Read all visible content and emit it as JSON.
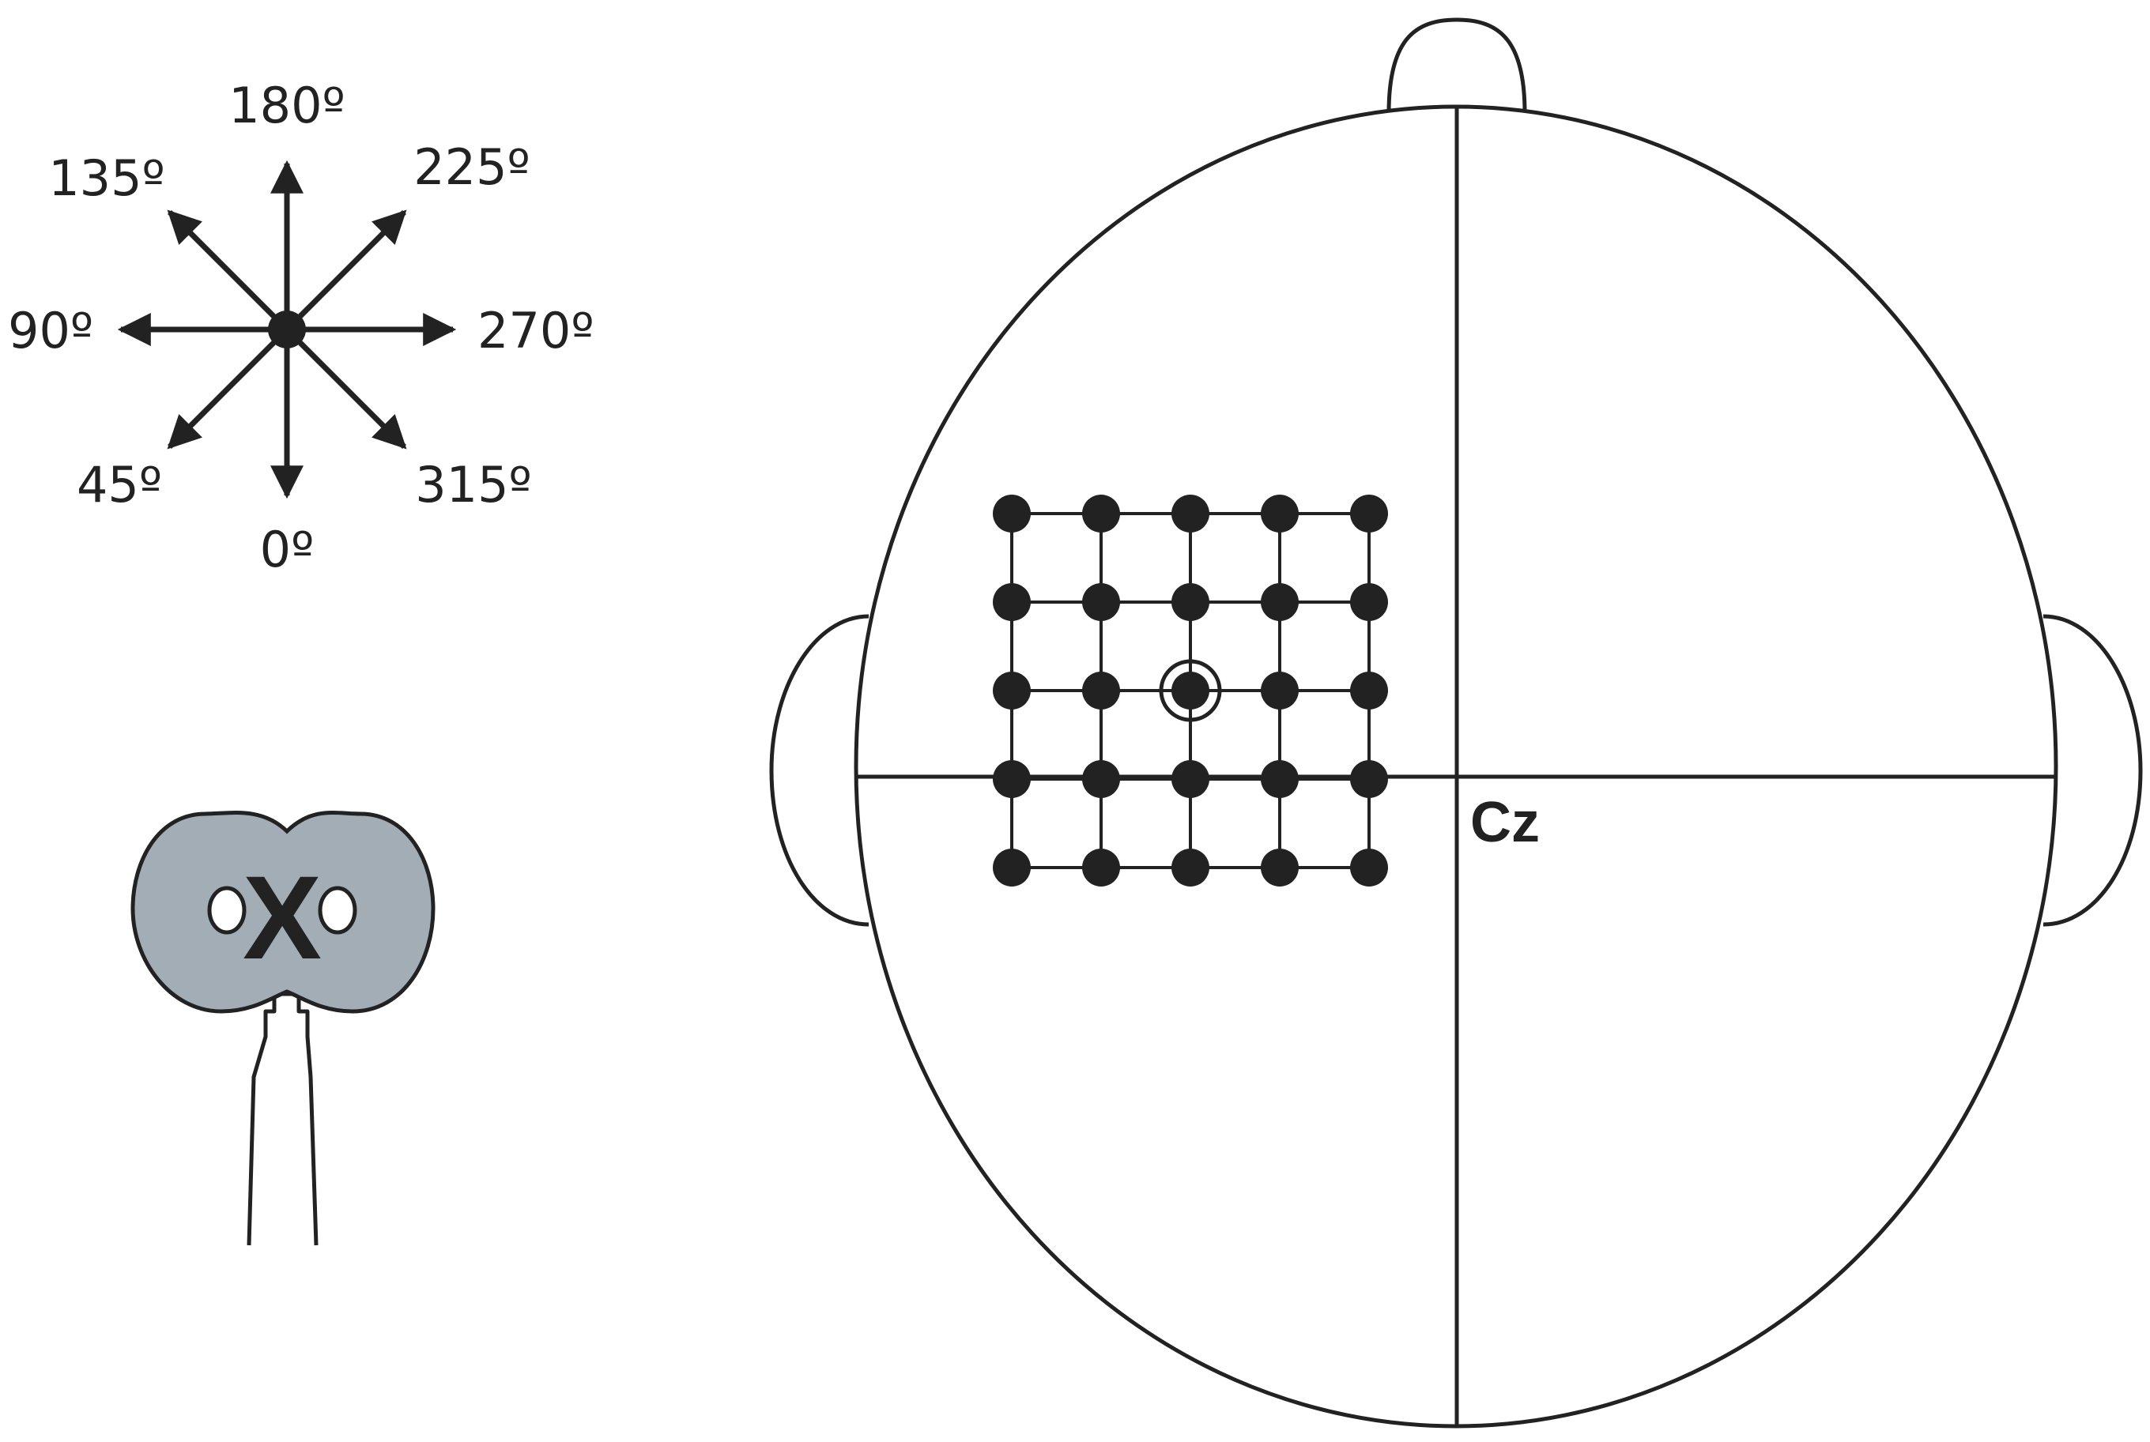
{
  "compass": {
    "labels": [
      {
        "angle_deg": 180,
        "text": "180º"
      },
      {
        "angle_deg": 135,
        "text": "135º"
      },
      {
        "angle_deg": 225,
        "text": "225º"
      },
      {
        "angle_deg": 90,
        "text": "90º"
      },
      {
        "angle_deg": 270,
        "text": "270º"
      },
      {
        "angle_deg": 45,
        "text": "45º"
      },
      {
        "angle_deg": 315,
        "text": "315º"
      },
      {
        "angle_deg": 0,
        "text": "0º"
      }
    ]
  },
  "coil": {
    "center_mark": "X"
  },
  "head": {
    "reference_label": "Cz",
    "grid": {
      "rows": 5,
      "cols": 5,
      "highlighted": {
        "row": 2,
        "col": 2
      }
    }
  },
  "colors": {
    "ink": "#222222",
    "coil_fill": "#a3adb5",
    "background": "#ffffff"
  }
}
